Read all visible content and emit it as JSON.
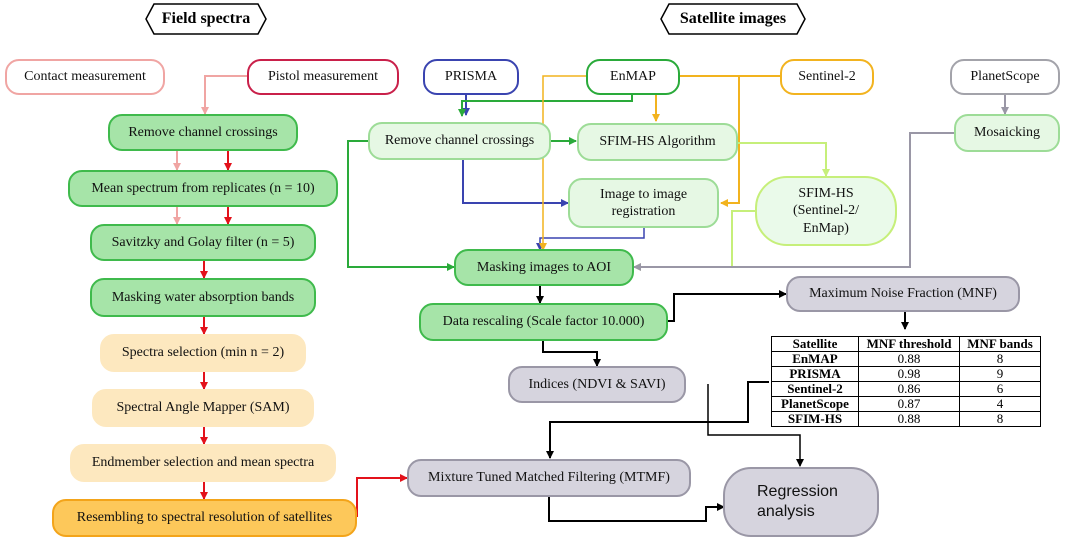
{
  "headers": {
    "field": "Field spectra",
    "satellite": "Satellite images"
  },
  "field_spectra": {
    "contact": "Contact measurement",
    "pistol": "Pistol measurement",
    "remove_crossings": "Remove channel crossings",
    "mean_spectrum": "Mean spectrum from replicates (n = 10)",
    "savitzky": "Savitzky and Golay filter (n = 5)",
    "masking_water": "Masking water absorption bands",
    "spectra_selection": "Spectra selection (min n = 2)",
    "sam": "Spectral Angle Mapper  (SAM)",
    "endmember": "Endmember selection and mean spectra",
    "resembling": "Resembling to spectral resolution of satellites"
  },
  "satellite_images": {
    "prisma": "PRISMA",
    "enmap": "EnMAP",
    "sentinel": "Sentinel-2",
    "planetscope": "PlanetScope",
    "remove_crossings": "Remove channel crossings",
    "sfim_alg": "SFIM-HS Algorithm",
    "mosaicking": "Mosaicking",
    "img_reg_line1": "Image to image",
    "img_reg_line2": "registration",
    "sfim_out_line1": "SFIM-HS",
    "sfim_out_line2": "(Sentinel-2/",
    "sfim_out_line3": "EnMap)",
    "masking_aoi": "Masking images to AOI",
    "rescaling": "Data rescaling (Scale factor 10.000)",
    "mnf": "Maximum Noise Fraction (MNF)",
    "indices": "Indices (NDVI & SAVI)",
    "mtmf": "Mixture Tuned Matched Filtering (MTMF)",
    "regression_line1": "Regression",
    "regression_line2": "analysis"
  },
  "mnf_table": {
    "columns": [
      "Satellite",
      "MNF threshold",
      "MNF bands"
    ],
    "rows": [
      {
        "satellite": "EnMAP",
        "threshold": "0.88",
        "bands": "8"
      },
      {
        "satellite": "PRISMA",
        "threshold": "0.98",
        "bands": "9"
      },
      {
        "satellite": "Sentinel-2",
        "threshold": "0.86",
        "bands": "6"
      },
      {
        "satellite": "PlanetScope",
        "threshold": "0.87",
        "bands": "4"
      },
      {
        "satellite": "SFIM-HS",
        "threshold": "0.88",
        "bands": "8"
      }
    ]
  },
  "colors": {
    "red_arrow": "#e3121b",
    "pink_arrow": "#f0a5a3",
    "blue_arrow": "#3a44b0",
    "green_arrow": "#2aaa3a",
    "yellow_arrow": "#f2b31f",
    "lime_arrow": "#c6ef7a",
    "grey_arrow": "#9a97a6",
    "black_arrow": "#000000"
  }
}
